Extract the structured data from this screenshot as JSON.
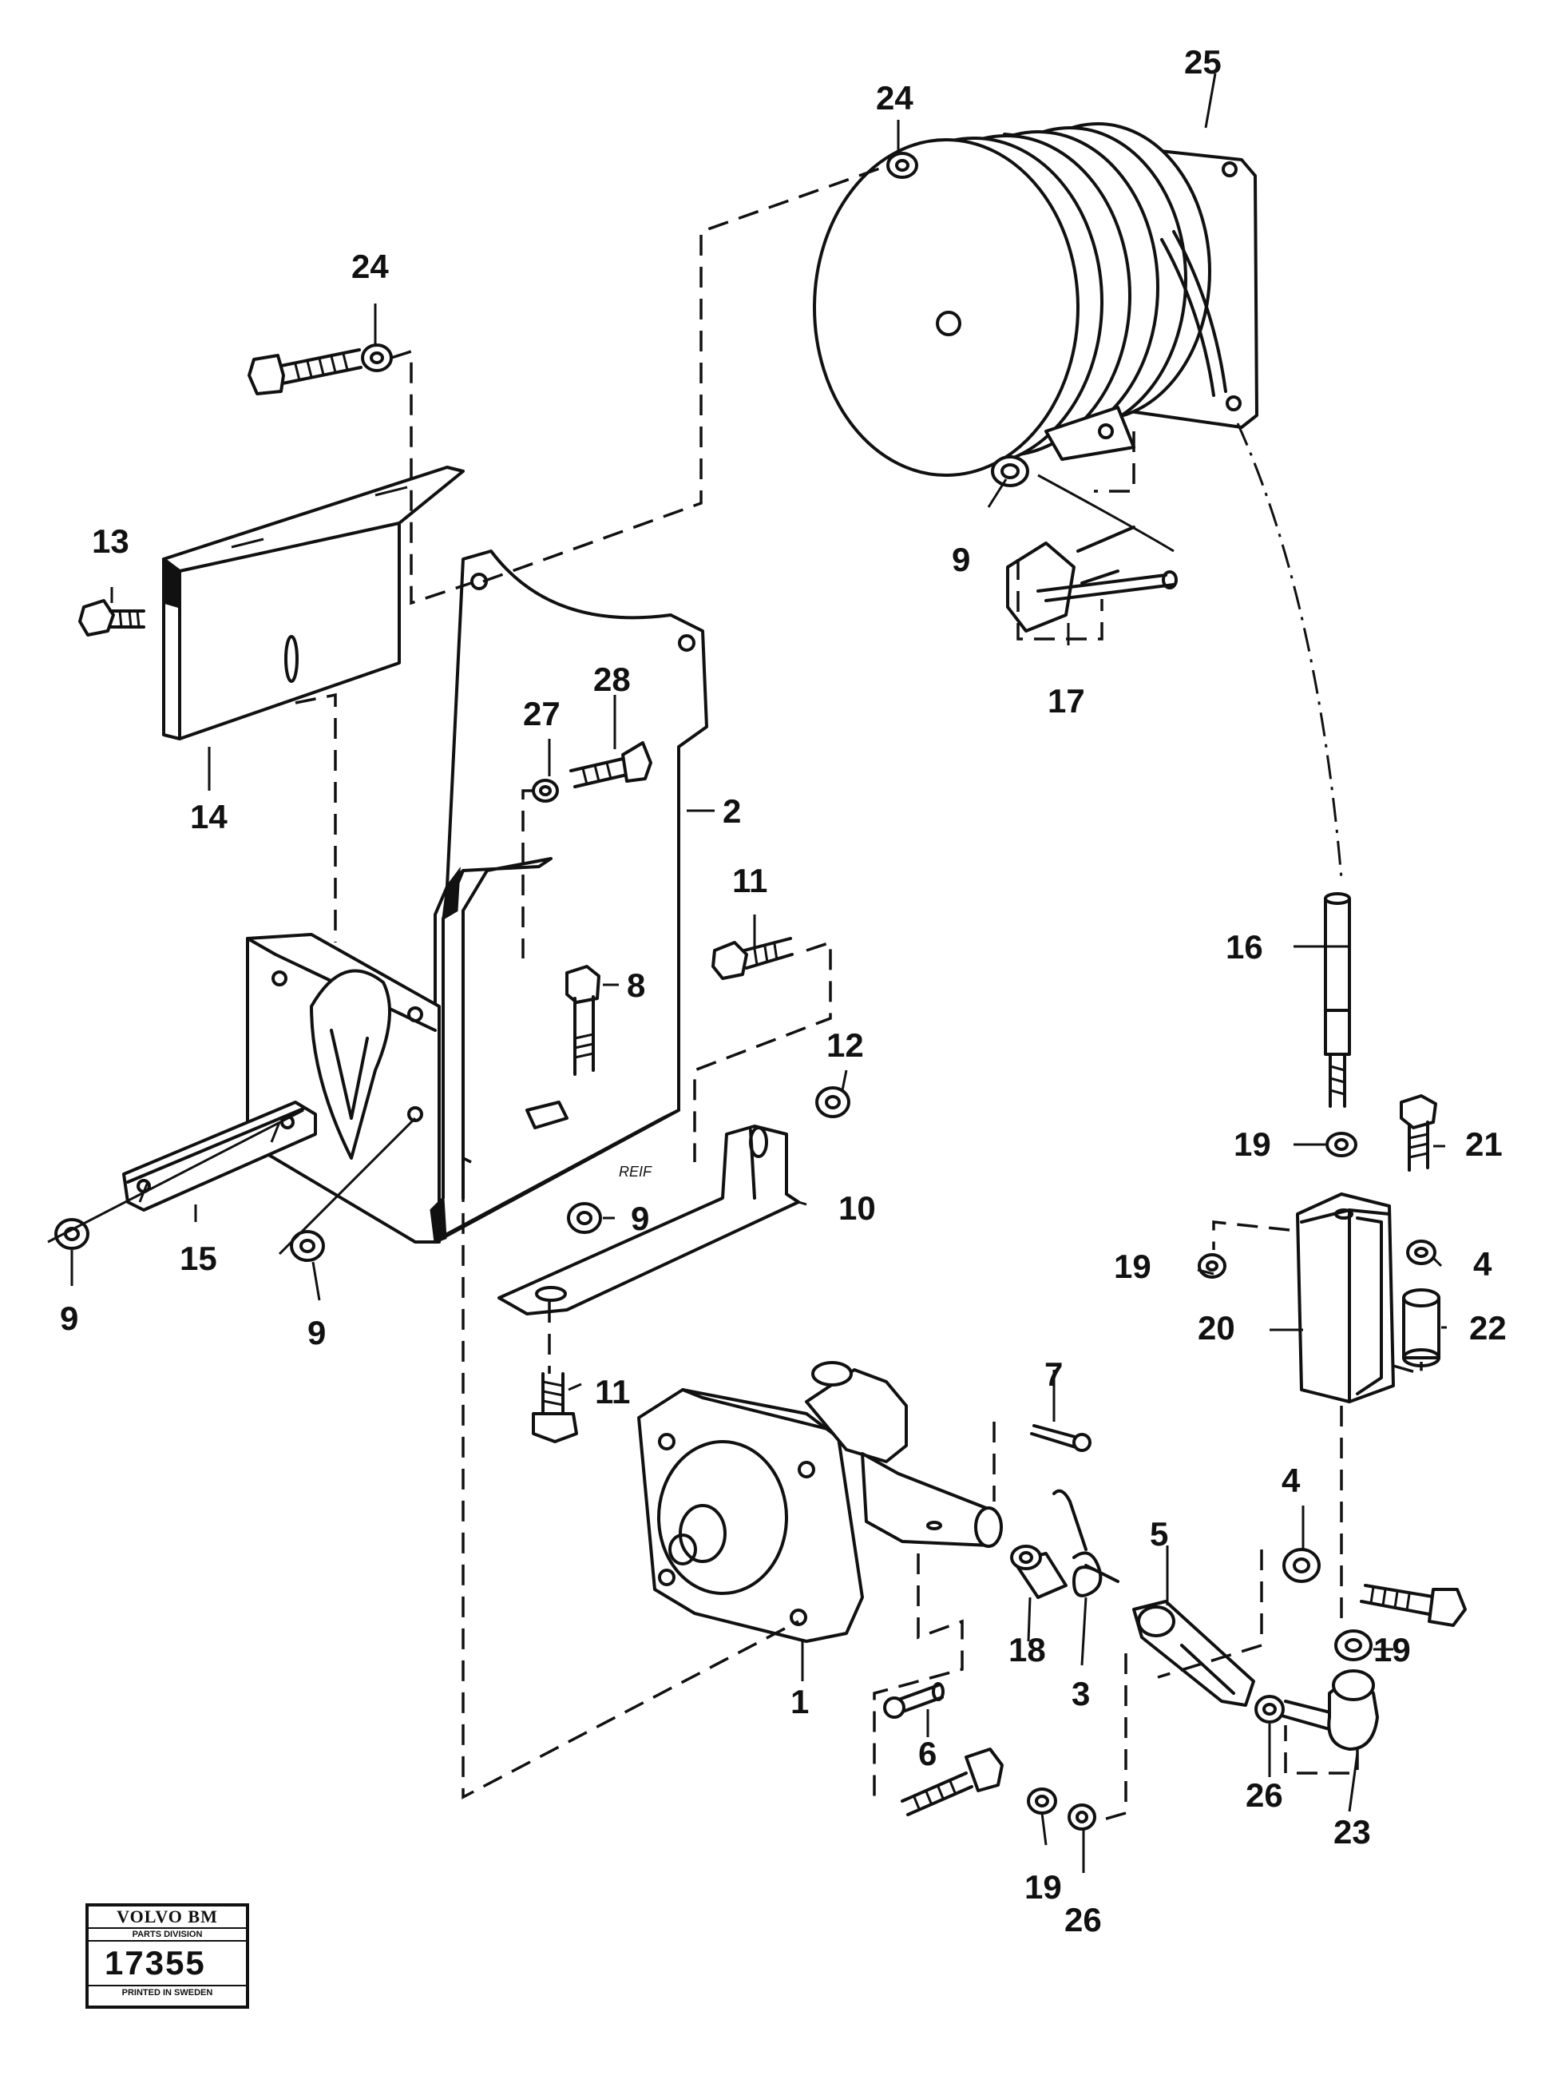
{
  "callouts": [
    {
      "id": "c1",
      "text": "1"
    },
    {
      "id": "c2",
      "text": "2"
    },
    {
      "id": "c3",
      "text": "3"
    },
    {
      "id": "c4a",
      "text": "4"
    },
    {
      "id": "c4b",
      "text": "4"
    },
    {
      "id": "c5",
      "text": "5"
    },
    {
      "id": "c6",
      "text": "6"
    },
    {
      "id": "c7",
      "text": "7"
    },
    {
      "id": "c8",
      "text": "8"
    },
    {
      "id": "c9a",
      "text": "9"
    },
    {
      "id": "c9b",
      "text": "9"
    },
    {
      "id": "c9c",
      "text": "9"
    },
    {
      "id": "c9d",
      "text": "9"
    },
    {
      "id": "c10",
      "text": "10"
    },
    {
      "id": "c11a",
      "text": "11"
    },
    {
      "id": "c11b",
      "text": "11"
    },
    {
      "id": "c12",
      "text": "12"
    },
    {
      "id": "c13",
      "text": "13"
    },
    {
      "id": "c14",
      "text": "14"
    },
    {
      "id": "c15",
      "text": "15"
    },
    {
      "id": "c16",
      "text": "16"
    },
    {
      "id": "c17",
      "text": "17"
    },
    {
      "id": "c18",
      "text": "18"
    },
    {
      "id": "c19a",
      "text": "19"
    },
    {
      "id": "c19b",
      "text": "19"
    },
    {
      "id": "c19c",
      "text": "19"
    },
    {
      "id": "c19d",
      "text": "19"
    },
    {
      "id": "c20",
      "text": "20"
    },
    {
      "id": "c21",
      "text": "21"
    },
    {
      "id": "c22",
      "text": "22"
    },
    {
      "id": "c23",
      "text": "23"
    },
    {
      "id": "c24a",
      "text": "24"
    },
    {
      "id": "c24b",
      "text": "24"
    },
    {
      "id": "c25",
      "text": "25"
    },
    {
      "id": "c26a",
      "text": "26"
    },
    {
      "id": "c26b",
      "text": "26"
    },
    {
      "id": "c27",
      "text": "27"
    },
    {
      "id": "c28",
      "text": "28"
    }
  ],
  "stamp": {
    "brand": "VOLVO BM",
    "division": "PARTS DIVISION",
    "number": "17355",
    "printed": "PRINTED IN SWEDEN"
  },
  "bracket_marking": "REIF"
}
